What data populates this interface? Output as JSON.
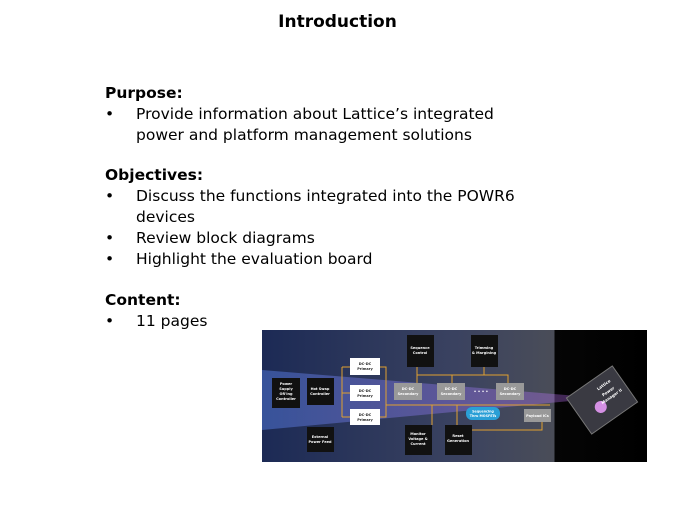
{
  "title": "Introduction",
  "purpose": {
    "heading": "Purpose:",
    "items": [
      "Provide information about Lattice’s integrated",
      "power and platform management solutions"
    ]
  },
  "objectives": {
    "heading": "Objectives:",
    "items": [
      [
        "Discuss the functions integrated into the POWR6",
        "devices"
      ],
      [
        "Review block diagrams"
      ],
      [
        "Highlight the evaluation board"
      ]
    ]
  },
  "content": {
    "heading": "Content:",
    "items": [
      "11 pages"
    ]
  },
  "bullet": "•",
  "diagram": {
    "or_controller": [
      "Power",
      "Supply",
      "OR'ing",
      "Controller"
    ],
    "hot_swap": [
      "Hot Swap",
      "Controller"
    ],
    "external_feed": [
      "External",
      "Power Feed"
    ],
    "dcdc_primary": [
      "DC-DC",
      "Primary"
    ],
    "sequence_control": [
      "Sequence",
      "Control"
    ],
    "trimming": [
      "Trimming",
      "& Margining"
    ],
    "dcdc_secondary": [
      "DC-DC",
      "Secondary"
    ],
    "dots": "• • • •",
    "sequencing": [
      "Sequencing",
      "Thru MOSFETs"
    ],
    "payload": "Payload ICs",
    "monitor": [
      "Monitor",
      "Voltage &",
      "Current"
    ],
    "reset": [
      "Reset",
      "Generation"
    ],
    "chip": [
      "Lattice",
      "Power",
      "Manager II"
    ],
    "colors": {
      "bus": "#e0a030",
      "blue": "#2a9fd6"
    }
  }
}
